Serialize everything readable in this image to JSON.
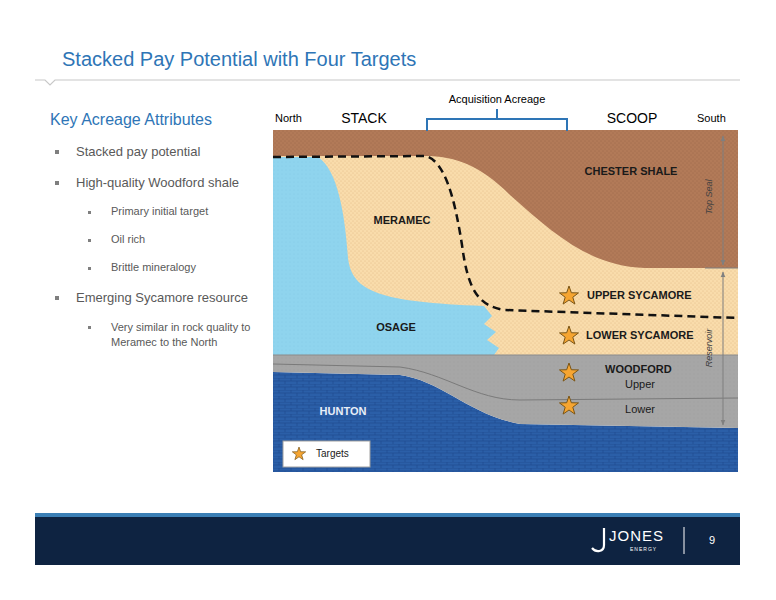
{
  "diagram": {
    "title": "Stacked Pay Potential with Four Targets",
    "nodes": [
      {
        "text": [
          "CHESTER SHALE"
        ]
      },
      {
        "text": [
          "MERAMEC",
          "UPPER SYCAMORE",
          "LOWER SYCAMORE"
        ]
      },
      {
        "text": [
          "OSAGE"
        ]
      },
      {
        "text": [
          "WOODFORD",
          "Upper",
          "Lower"
        ]
      },
      {
        "text": [
          "HUNTON"
        ]
      },
      {
        "text": [
          "JONES",
          "ENERGY",
          "9"
        ]
      }
    ],
    "labels": [
      "Key Acreage Attributes",
      "Stacked pay potential",
      "High-quality Woodford shale",
      "Primary initial target",
      "Oil rich",
      "Brittle mineralogy",
      "Emerging Sycamore resource",
      "Very similar in rock quality to Meramec to the North",
      "Acquisition Acreage",
      "North",
      "STACK",
      "SCOOP",
      "South",
      "Top Seal",
      "Reservoir"
    ],
    "legend": [
      {
        "text": "Targets"
      }
    ]
  }
}
